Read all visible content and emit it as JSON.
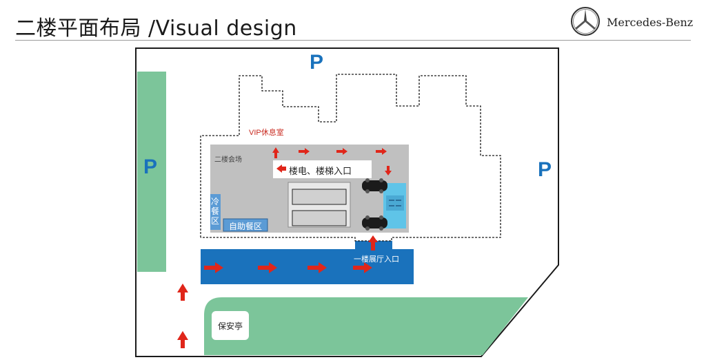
{
  "header": {
    "title": "二楼平面布局 /Visual design",
    "brand": "Mercedes-Benz"
  },
  "map": {
    "parking_label": "P",
    "vip_lounge": "VIP休息室",
    "second_floor_hall": "二楼会场",
    "elevator_stairs_entrance": "楼电、楼梯入口",
    "cold_meal_area": "冷餐区",
    "buffet_area": "自助餐区",
    "first_floor_showroom_entrance": "一楼展厅入口",
    "guard_booth": "保安亭"
  },
  "colors": {
    "road_blue": "#1a72bc",
    "green_area": "#7cc59a",
    "hall_gray": "#bdbdbd",
    "arrow_red": "#e0261a",
    "parking_blue": "#1a72bc"
  }
}
